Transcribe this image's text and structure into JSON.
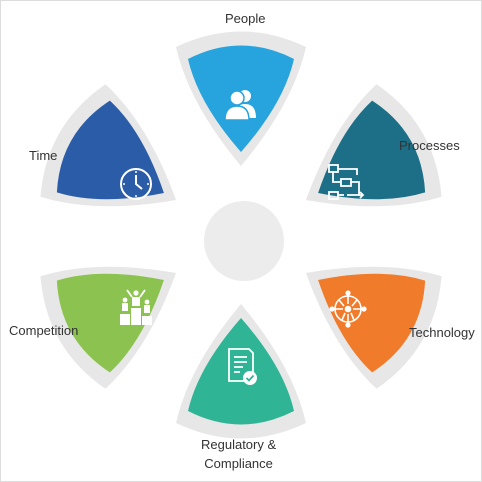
{
  "segments": [
    {
      "key": "people",
      "label": "People",
      "color": "#27a3dd",
      "icon": "people-icon"
    },
    {
      "key": "processes",
      "label": "Processes",
      "color": "#1c6f86",
      "icon": "flowchart-icon"
    },
    {
      "key": "technology",
      "label": "Technology",
      "color": "#f07b2a",
      "icon": "circuit-icon"
    },
    {
      "key": "regulatory",
      "label_line1": "Regulatory &",
      "label_line2": "Compliance",
      "color": "#2fb596",
      "icon": "checklist-document-icon"
    },
    {
      "key": "competition",
      "label": "Competition",
      "color": "#8cc350",
      "icon": "podium-icon"
    },
    {
      "key": "time",
      "label": "Time",
      "color": "#2b5ca8",
      "icon": "clock-icon"
    }
  ],
  "center": {
    "color": "#ececec"
  },
  "outline_color": "#e7e7e7"
}
